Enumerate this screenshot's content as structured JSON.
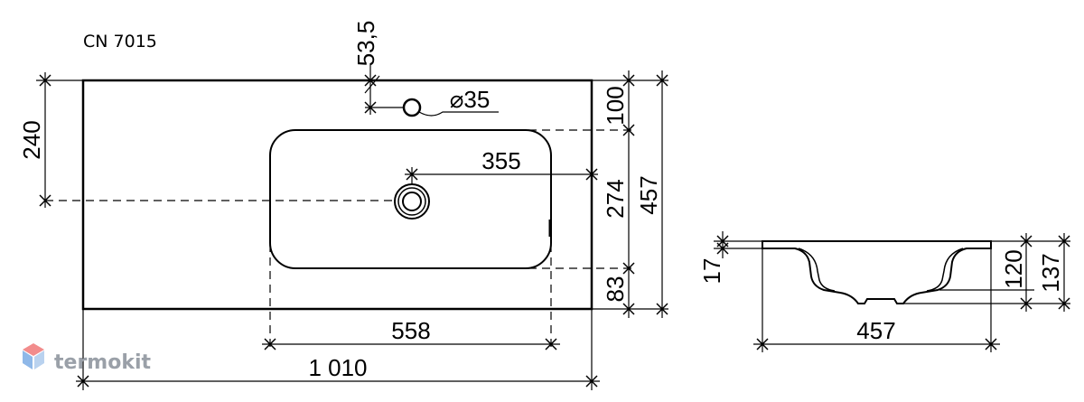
{
  "model_label": "CN 7015",
  "brand": {
    "name": "termokit",
    "colors": {
      "top": "#f28c8c",
      "bottom": "#8fb8e8",
      "text": "#9aa0a8"
    }
  },
  "dimensions": {
    "overall_width": "1 010",
    "bowl_width": "558",
    "drain_offset": "355",
    "faucet_hole_diameter": "⌀35",
    "faucet_hole_offset": "53,5",
    "drain_from_top": "240",
    "depth": "457",
    "back_to_bowl": "100",
    "bowl_depth": "274",
    "bowl_to_front": "83",
    "section_width": "457",
    "rim_thickness": "17",
    "bowl_height": "120",
    "total_height": "137"
  }
}
